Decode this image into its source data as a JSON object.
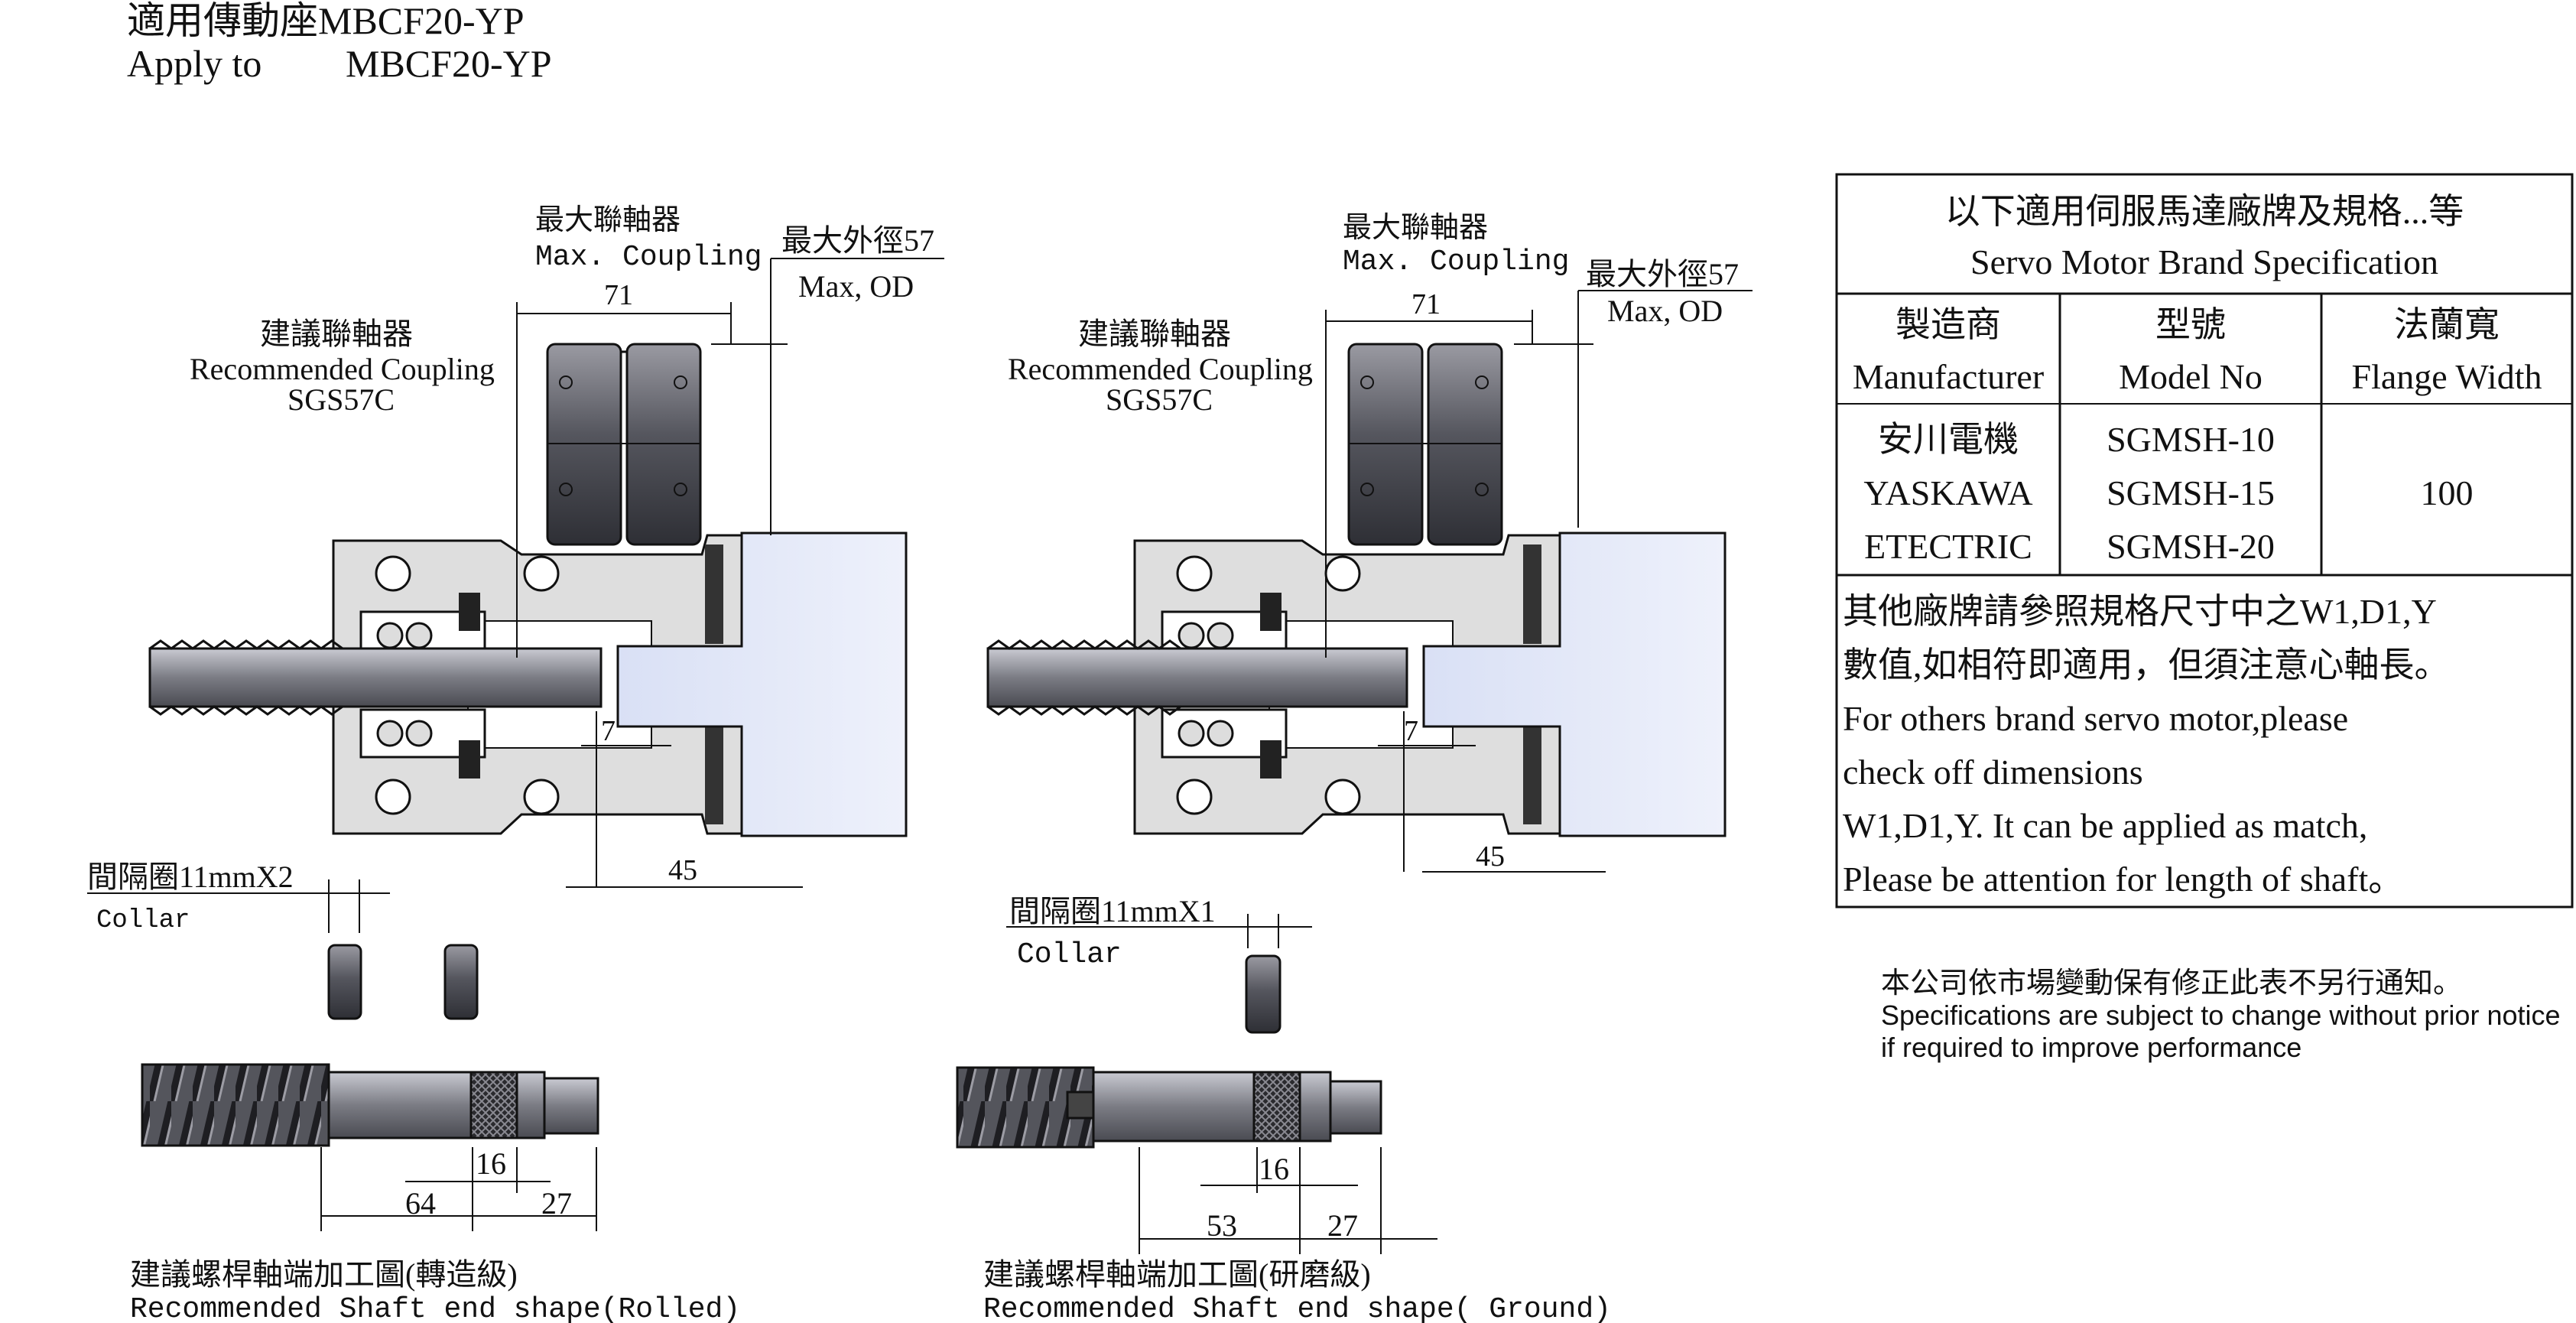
{
  "header": {
    "line1": "適用傳動座MBCF20-YP",
    "line2_label": "Apply to",
    "line2_model": "MBCF20-YP"
  },
  "left_view": {
    "max_coupling_cn": "最大聯軸器",
    "max_coupling_en": "Max. Coupling",
    "max_od_cn": "最大外徑57",
    "max_od_en": "Max, OD",
    "dim_71": "71",
    "rec_coupling_cn": "建議聯軸器",
    "rec_coupling_en": "Recommended Coupling",
    "rec_coupling_model": "SGS57C",
    "dim_7": "7",
    "dim_45": "45",
    "collar_cn": "間隔圈11mmX2",
    "collar_en": "Collar",
    "dim_16": "16",
    "dim_64": "64",
    "dim_27": "27",
    "caption_cn": "建議螺桿軸端加工圖(轉造級)",
    "caption_en": "Recommended Shaft end shape(Rolled)"
  },
  "right_view": {
    "max_coupling_cn": "最大聯軸器",
    "max_coupling_en": "Max. Coupling",
    "max_od_cn": "最大外徑57",
    "max_od_en": "Max, OD",
    "dim_71": "71",
    "rec_coupling_cn": "建議聯軸器",
    "rec_coupling_en": "Recommended Coupling",
    "rec_coupling_model": "SGS57C",
    "dim_7": "7",
    "dim_45": "45",
    "collar_cn": "間隔圈11mmX1",
    "collar_en": "Collar",
    "dim_16": "16",
    "dim_53": "53",
    "dim_27": "27",
    "caption_cn": "建議螺桿軸端加工圖(研磨級)",
    "caption_en": "Recommended Shaft end shape( Ground)"
  },
  "spec_table": {
    "title_cn": "以下適用伺服馬達廠牌及規格...等",
    "title_en": "Servo Motor Brand Specification",
    "col_headers": [
      {
        "cn": "製造商",
        "en": "Manufacturer"
      },
      {
        "cn": "型號",
        "en": "Model No"
      },
      {
        "cn": "法蘭寬",
        "en": "Flange Width"
      }
    ],
    "manufacturer": [
      "安川電機",
      "YASKAWA",
      "ETECTRIC"
    ],
    "models": [
      "SGMSH-10",
      "SGMSH-15",
      "SGMSH-20"
    ],
    "flange_width": "100",
    "note_lines": [
      "其他廠牌請參照規格尺寸中之W1,D1,Y",
      "數值,如相符即適用，但須注意心軸長。",
      "For others brand servo motor,please",
      "check off dimensions",
      "W1,D1,Y. It can be applied as match,",
      "Please be attention for length of shaft。"
    ]
  },
  "disclaimer": {
    "cn": "本公司依市場變動保有修正此表不另行通知。",
    "en1": "Specifications are subject to change without prior notice",
    "en2": " if required to improve performance"
  }
}
